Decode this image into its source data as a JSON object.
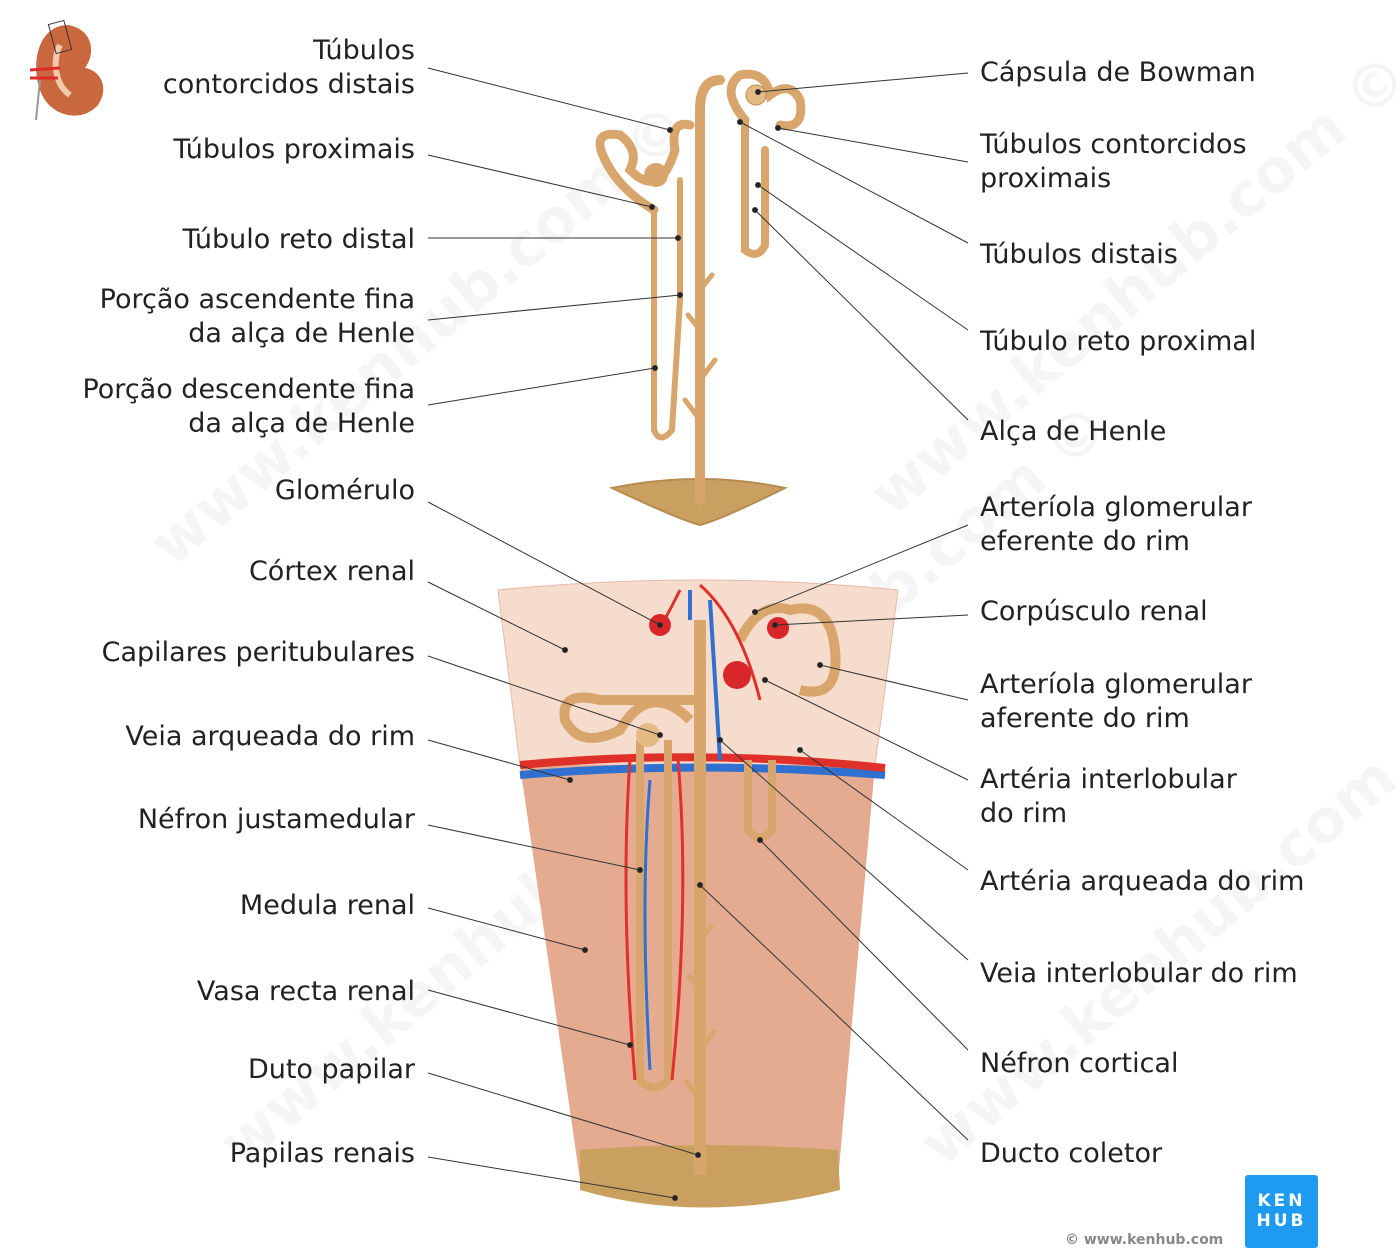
{
  "left_labels": [
    {
      "lines": [
        "Túbulos",
        "contorcidos distais"
      ]
    },
    {
      "lines": [
        "Túbulos proximais"
      ]
    },
    {
      "lines": [
        "Túbulo reto distal"
      ]
    },
    {
      "lines": [
        "Porção ascendente fina",
        "da alça de Henle"
      ]
    },
    {
      "lines": [
        "Porção descendente fina",
        "da alça de Henle"
      ]
    },
    {
      "lines": [
        "Glomérulo"
      ]
    },
    {
      "lines": [
        "Córtex renal"
      ]
    },
    {
      "lines": [
        "Capilares peritubulares"
      ]
    },
    {
      "lines": [
        "Veia arqueada do rim"
      ]
    },
    {
      "lines": [
        "Néfron justamedular"
      ]
    },
    {
      "lines": [
        "Medula renal"
      ]
    },
    {
      "lines": [
        "Vasa recta renal"
      ]
    },
    {
      "lines": [
        "Duto papilar"
      ]
    },
    {
      "lines": [
        "Papilas renais"
      ]
    }
  ],
  "right_labels": [
    {
      "lines": [
        "Cápsula de Bowman"
      ]
    },
    {
      "lines": [
        "Túbulos contorcidos",
        "proximais"
      ]
    },
    {
      "lines": [
        "Túbulos distais"
      ]
    },
    {
      "lines": [
        "Túbulo reto proximal"
      ]
    },
    {
      "lines": [
        "Alça de Henle"
      ]
    },
    {
      "lines": [
        "Arteríola glomerular",
        "eferente do rim"
      ]
    },
    {
      "lines": [
        "Corpúsculo renal"
      ]
    },
    {
      "lines": [
        "Arteríola glomerular",
        "aferente do rim"
      ]
    },
    {
      "lines": [
        "Artéria interlobular",
        "do rim"
      ]
    },
    {
      "lines": [
        "Artéria arqueada do rim"
      ]
    },
    {
      "lines": [
        "Veia interlobular do rim"
      ]
    },
    {
      "lines": [
        "Néfron cortical"
      ]
    },
    {
      "lines": [
        "Ducto coletor"
      ]
    }
  ],
  "logo": {
    "line1": "KEN",
    "line2": "HUB"
  },
  "copyright": "© www.kenhub.com",
  "watermark": "www.kenhub.com ©",
  "colors": {
    "tubule": "#d9a870",
    "artery": "#e0302a",
    "vein": "#3070d0",
    "cortex": "#f6dccd",
    "medulla": "#e4ab90",
    "brand": "#1e9bf0"
  }
}
